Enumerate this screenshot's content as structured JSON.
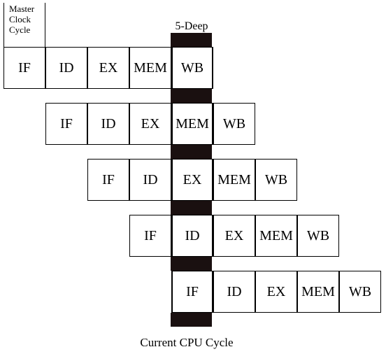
{
  "header": {
    "line1": "Master",
    "line2": "Clock",
    "line3": "Cycle"
  },
  "deep_label": "5-Deep",
  "caption": "Current CPU Cycle",
  "stages": [
    "IF",
    "ID",
    "EX",
    "MEM",
    "WB"
  ],
  "rows": 5
}
